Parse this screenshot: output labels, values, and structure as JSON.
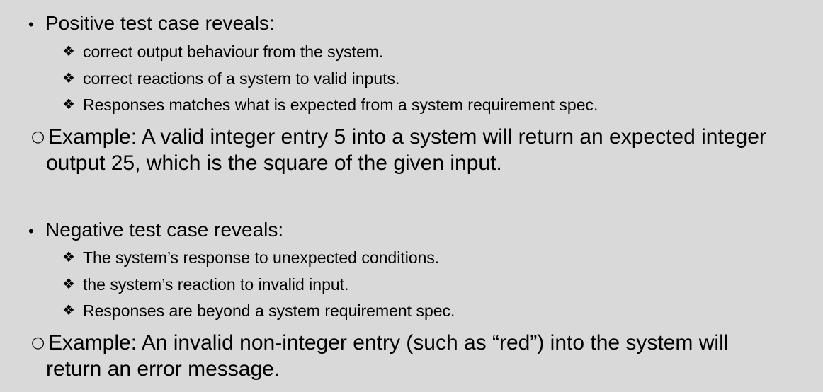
{
  "positive": {
    "heading": "Positive test case reveals:",
    "items": [
      "correct output behaviour from the system.",
      "correct reactions of a system to valid inputs.",
      "Responses matches what is expected from a system requirement spec."
    ],
    "example_line1": "Example: A valid integer entry 5 into a system will return an expected integer",
    "example_line2": "output 25, which is the square of the given input."
  },
  "negative": {
    "heading": "Negative test case reveals:",
    "items": [
      "The system’s response to unexpected conditions.",
      "the system’s reaction to invalid input.",
      "Responses are beyond a system requirement spec."
    ],
    "example_line1": "Example: An invalid non-integer entry (such as “red”) into the system will",
    "example_line2": "return an error message."
  }
}
